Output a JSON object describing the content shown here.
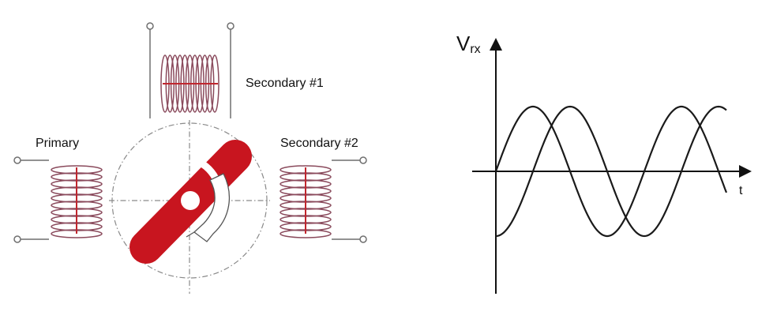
{
  "labels": {
    "primary": "Primary",
    "secondary1": "Secondary #1",
    "secondary2": "Secondary #2"
  },
  "graph": {
    "y_label_main": "V",
    "y_label_sub": "rx",
    "x_label": "t"
  },
  "colors": {
    "coil": "#8a4a5c",
    "coil_core": "#c0262e",
    "rotor": "#c8151f",
    "lines": "#6f6f6f",
    "curve": "#1a1a1a"
  }
}
